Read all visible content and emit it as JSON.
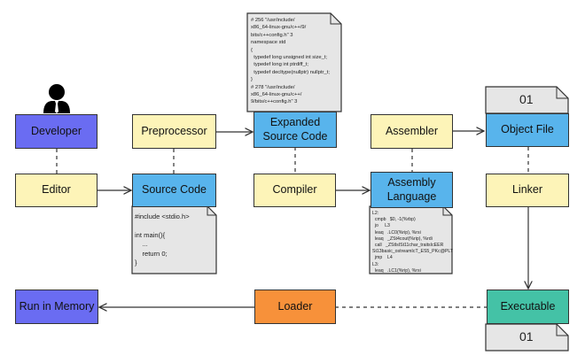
{
  "nodes": {
    "developer": "Developer",
    "editor": "Editor",
    "preprocessor": "Preprocessor",
    "source_code": "Source Code",
    "expanded_source_code": "Expanded\nSource Code",
    "compiler": "Compiler",
    "assembler": "Assembler",
    "assembly_language": "Assembly\nLanguage",
    "object_file": "Object File",
    "linker": "Linker",
    "executable": "Executable",
    "loader": "Loader",
    "run_in_memory": "Run in Memory"
  },
  "documents": {
    "expanded_source": "# 256 \"/usr/include/\nx86_64-linux-gnu/c++/9/\nbits/c++config.h\" 3\nnamespace std\n{\n  typedef long unsigned int size_t;\n  typedef long int ptrdiff_t;\n  typedef decltype(nullptr) nullptr_t;\n}\n# 278 \"/usr/include/\nx86_64-linux-gnu/c++/\n9/bits/c++config.h\" 3",
    "source_code": "#include <stdio.h>\n\nint main(){\n    ...\n    return 0;\n}",
    "assembly": "L2:\n  cmpb   $0, -1(%rbp)\n  jo     L3\n  leaq   .LC0(%rip), %rsi\n  leaq   _ZSt4cout(%rip), %rdi\n  call   _ZStlsISt11char_traitsIcEER\nSt13basic_ostreamIcT_ES5_PKc@PLT\n  jmp    L4\nL3:\n  leaq   .LC1(%rip), %rsi",
    "object_file_top": "01",
    "object_file_bottom": "01"
  },
  "colors": {
    "yellow": "#fdf4b8",
    "blue": "#58b4ec",
    "purple": "#6a6cf2",
    "orange": "#f7913a",
    "teal": "#44c2a6",
    "doc_fill": "#e6e6e6"
  },
  "icons": [
    "person-icon"
  ]
}
